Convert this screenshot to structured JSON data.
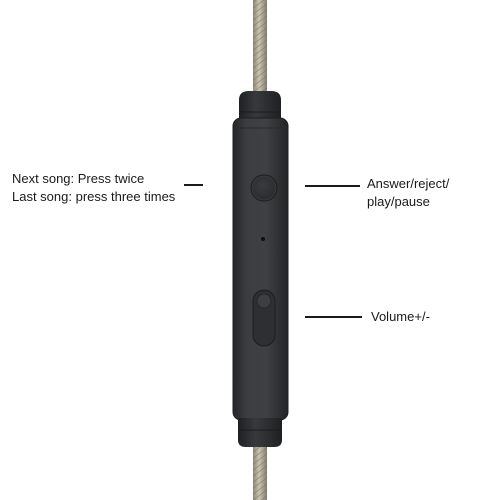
{
  "annotations": {
    "next_song": "Next song: Press twice",
    "last_song": "Last song: press three times",
    "answer_line1": "Answer/reject/",
    "answer_line2": "play/pause",
    "volume": "Volume+/-"
  },
  "colors": {
    "remote_body": "#3a3b3e",
    "remote_edge": "#27282a",
    "cable": "#a9a391",
    "label_text": "#1a1a1a"
  },
  "icons": {
    "remote": "inline-remote-control",
    "cable": "braided-cable",
    "button": "round-multifunction-button",
    "volume": "volume-rocker",
    "mic": "microphone-hole"
  }
}
